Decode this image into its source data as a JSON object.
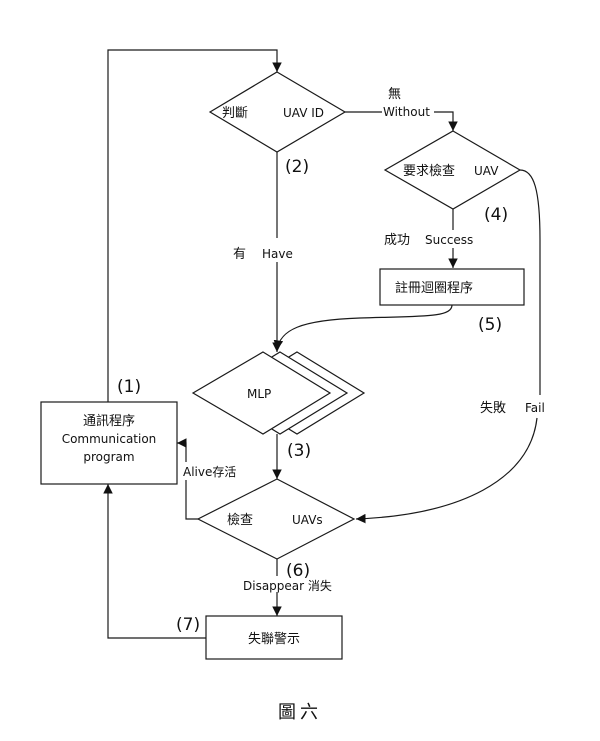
{
  "diagram": {
    "type": "flowchart",
    "caption": "圖六",
    "nodes": {
      "judge": {
        "label_cn": "判斷",
        "label_en": "UAV ID",
        "step": "(2)",
        "shape": "diamond"
      },
      "request": {
        "label_cn": "要求檢查",
        "label_en": "UAV",
        "step": "(4)",
        "shape": "diamond"
      },
      "register": {
        "label": "註冊迴圈程序",
        "step": "(5)",
        "shape": "rect"
      },
      "mlp": {
        "label": "MLP",
        "step": "(3)",
        "shape": "stacked-diamond"
      },
      "comm": {
        "label_cn": "通訊程序",
        "label_en1": "Communication",
        "label_en2": "program",
        "step": "(1)",
        "shape": "rect"
      },
      "check": {
        "label_cn": "檢查",
        "label_en": "UAVs",
        "step": "(6)",
        "shape": "diamond"
      },
      "alarm": {
        "label": "失聯警示",
        "step": "(7)",
        "shape": "rect"
      }
    },
    "edges": {
      "without": {
        "label_cn": "無",
        "label_en": "Without",
        "from": "judge",
        "to": "request"
      },
      "have": {
        "label_cn": "有",
        "label_en": "Have",
        "from": "judge",
        "to": "mlp"
      },
      "success": {
        "label_cn": "成功",
        "label_en": "Success",
        "from": "request",
        "to": "register"
      },
      "fail": {
        "label_cn": "失敗",
        "label_en": "Fail",
        "from": "request",
        "to": "check"
      },
      "register_to_mlp": {
        "from": "register",
        "to": "mlp"
      },
      "mlp_to_check": {
        "from": "mlp",
        "to": "check"
      },
      "alive": {
        "label": "Alive存活",
        "from": "check",
        "to": "comm"
      },
      "disappear": {
        "label": "Disappear 消失",
        "from": "check",
        "to": "alarm"
      },
      "alarm_to_comm": {
        "from": "alarm",
        "to": "comm"
      },
      "comm_to_judge": {
        "from": "comm",
        "to": "judge"
      }
    }
  }
}
